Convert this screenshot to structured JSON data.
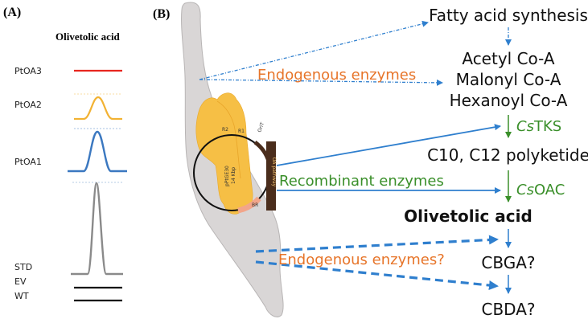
{
  "panel_a": {
    "label": "(A)",
    "title": "Olivetolic acid",
    "tracks": [
      {
        "label": "PtOA3",
        "color": "#e8261f"
      },
      {
        "label": "PtOA2",
        "color": "#f2b233"
      },
      {
        "label": "PtOA1",
        "color": "#3b78c0"
      },
      {
        "label": "STD",
        "color": "#8a8a8a"
      },
      {
        "label": "EV",
        "color": "#111111"
      },
      {
        "label": "WT",
        "color": "#111111"
      }
    ]
  },
  "panel_b": {
    "label": "(B)",
    "plasmid": {
      "name": "pPtGE30",
      "size": "14 Kbp",
      "marks": [
        "R2",
        "R1",
        "OriT",
        "BR"
      ],
      "cassette_label": "OA pathway"
    },
    "pathway": {
      "fatty_acid": "Fatty acid synthesis",
      "acetyl": "Acetyl Co-A",
      "malonyl": "Malonyl Co-A",
      "hexanoyl": "Hexanoyl Co-A",
      "tks_italic": "Cs",
      "tks_rest": "TKS",
      "polyketide": "C10, C12 polyketide",
      "oac_italic": "Cs",
      "oac_rest": "OAC",
      "olivetolic": "Olivetolic acid",
      "cbga": "CBGA?",
      "cbda": "CBDA?"
    },
    "labels": {
      "endogenous": "Endogenous enzymes",
      "recombinant": "Recombinant enzymes",
      "endogenous_q": "Endogenous enzymes?"
    },
    "colors": {
      "orange": "#e7752a",
      "green": "#3a8f2a",
      "blue": "#2f7fce",
      "cell": "#d9d6d6",
      "chloroplast": "#f6bf45"
    }
  }
}
